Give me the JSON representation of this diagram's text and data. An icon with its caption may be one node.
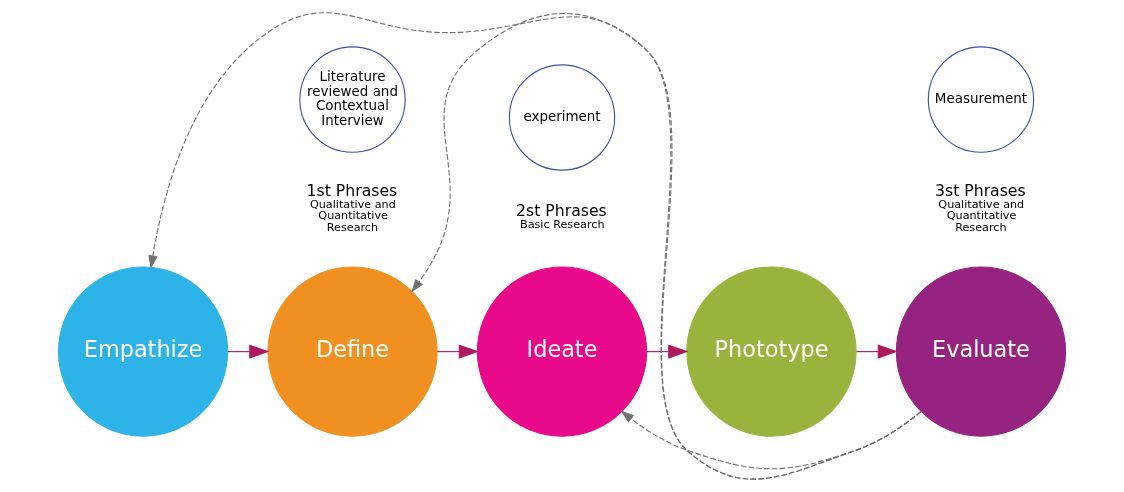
{
  "diagram": {
    "nodes": [
      {
        "text": [
          "Empathize"
        ]
      },
      {
        "text": [
          "Define"
        ]
      },
      {
        "text": [
          "Ideate"
        ]
      },
      {
        "text": [
          "Phototype"
        ]
      },
      {
        "text": [
          "Evaluate"
        ]
      },
      {
        "text": [
          "Literature reviewed and Contextual Interview"
        ]
      },
      {
        "text": [
          "experiment"
        ]
      },
      {
        "text": [
          "Measurement"
        ]
      }
    ],
    "edges": [
      {
        "from": 0,
        "to": 1,
        "arrow": "to"
      },
      {
        "from": 1,
        "to": 2,
        "arrow": "to"
      },
      {
        "from": 2,
        "to": 3,
        "arrow": "to"
      },
      {
        "from": 3,
        "to": 4,
        "arrow": "to"
      },
      {
        "from": 4,
        "to": 1,
        "arrow": "to",
        "style": "dashed",
        "color": "#707070"
      },
      {
        "from": 4,
        "to": 2,
        "arrow": "to",
        "style": "dashed",
        "color": "#707070"
      },
      {
        "from": 4,
        "to": 0,
        "arrow": "to",
        "style": "dashed",
        "color": "#707070"
      }
    ],
    "labels": [
      "1st Phrases",
      "Qualitative and Quantitative Research",
      "2st Phrases",
      "Basic Research",
      "3st Phrases",
      "Qualitative and Quantitative Research"
    ]
  }
}
